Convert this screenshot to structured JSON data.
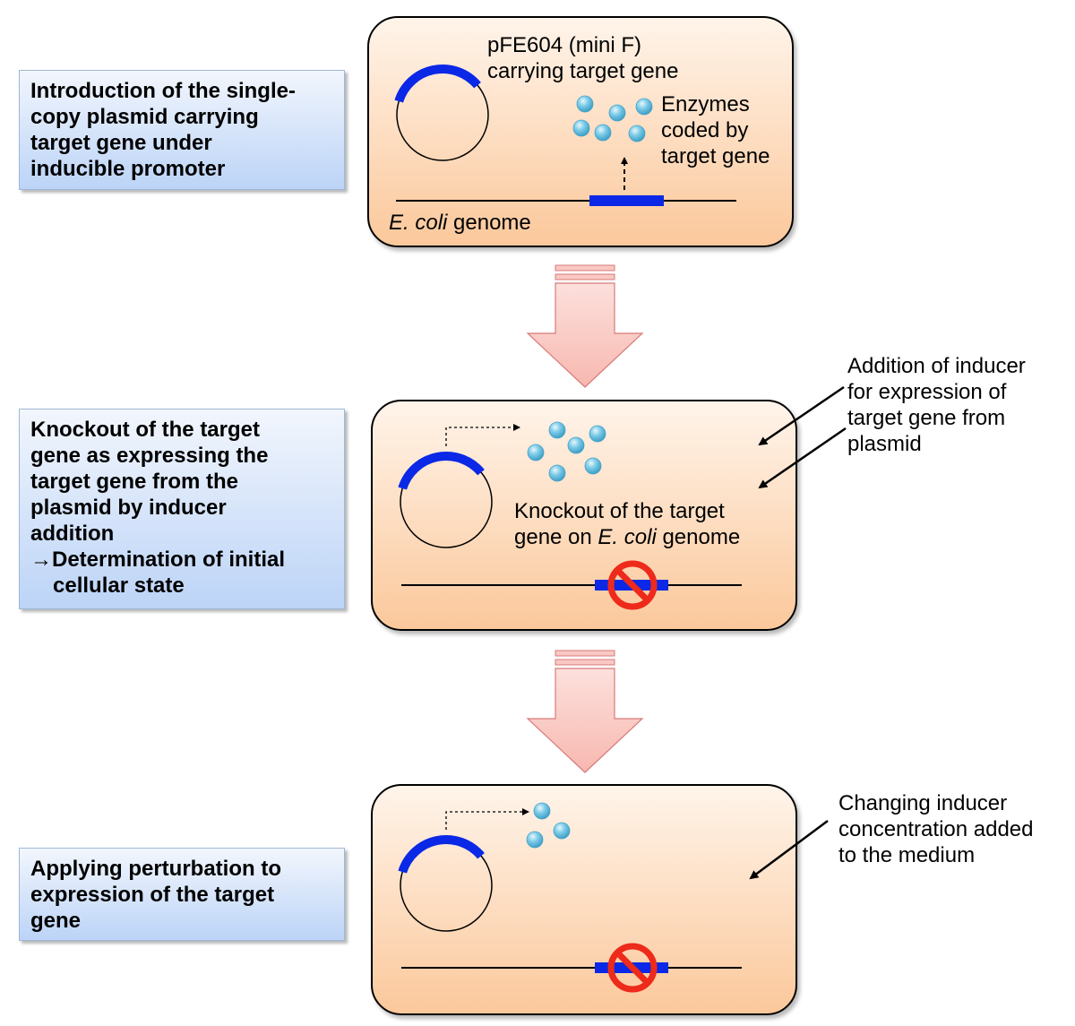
{
  "steps": [
    {
      "lines": [
        "Introduction of the single-",
        "copy plasmid carrying",
        "target gene under",
        "inducible promoter"
      ]
    },
    {
      "lines": [
        "Knockout of the target",
        "gene as expressing the",
        "target gene from the",
        "plasmid by inducer",
        "addition",
        "→Determination of initial",
        "cellular state"
      ]
    },
    {
      "lines": [
        "Applying perturbation to",
        "expression of the target",
        "gene"
      ]
    }
  ],
  "panel1": {
    "plasmid_label": [
      "pFE604 (mini F)",
      "carrying target gene"
    ],
    "enzymes_label": [
      "Enzymes",
      "coded by",
      "target gene"
    ],
    "genome_italic": "E. coli",
    "genome_rest": " genome"
  },
  "panel2": {
    "knockout_line1": "Knockout of the target",
    "knockout_prefix": "gene on ",
    "knockout_italic": "E. coli",
    "knockout_suffix": " genome"
  },
  "annotations": {
    "inducer_addition": [
      "Addition of inducer",
      "for expression of",
      "target gene from",
      "plasmid"
    ],
    "changing_inducer": [
      "Changing inducer",
      "concentration added",
      "to the medium"
    ]
  },
  "colors": {
    "gene_blue": "#0a28e6",
    "enzyme_blue": "#5fb8dc",
    "prohibit_red": "#ee2a1a",
    "arrow_pink": "#f9c8c2",
    "arrow_outline": "#d87a7a"
  }
}
